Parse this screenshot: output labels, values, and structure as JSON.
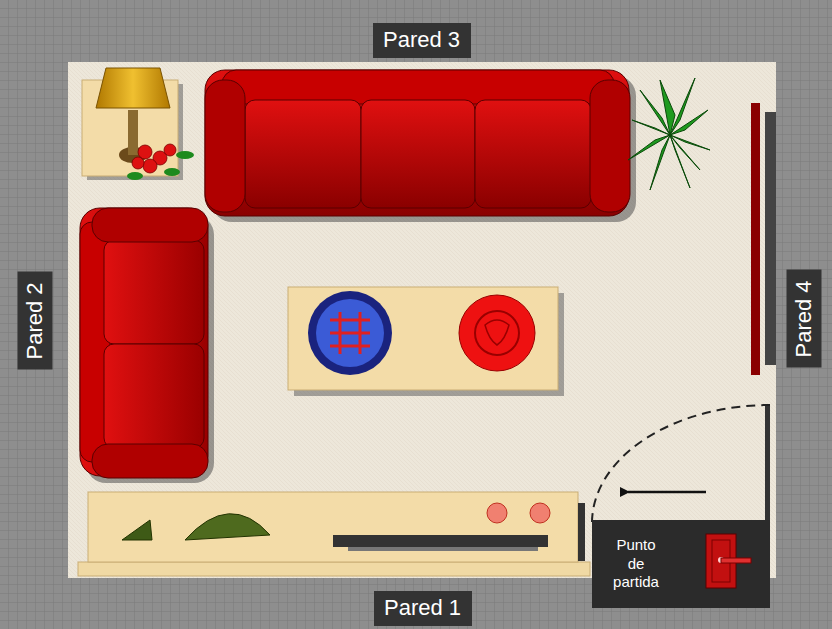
{
  "diagram": {
    "nodes": [
      {
        "text": [
          "Pared 3"
        ]
      },
      {
        "text": [
          "Pared 2"
        ]
      },
      {
        "text": [
          "Pared 4"
        ]
      },
      {
        "text": [
          "Punto de partida"
        ]
      },
      {
        "text": [
          "Pared 1"
        ]
      }
    ]
  }
}
